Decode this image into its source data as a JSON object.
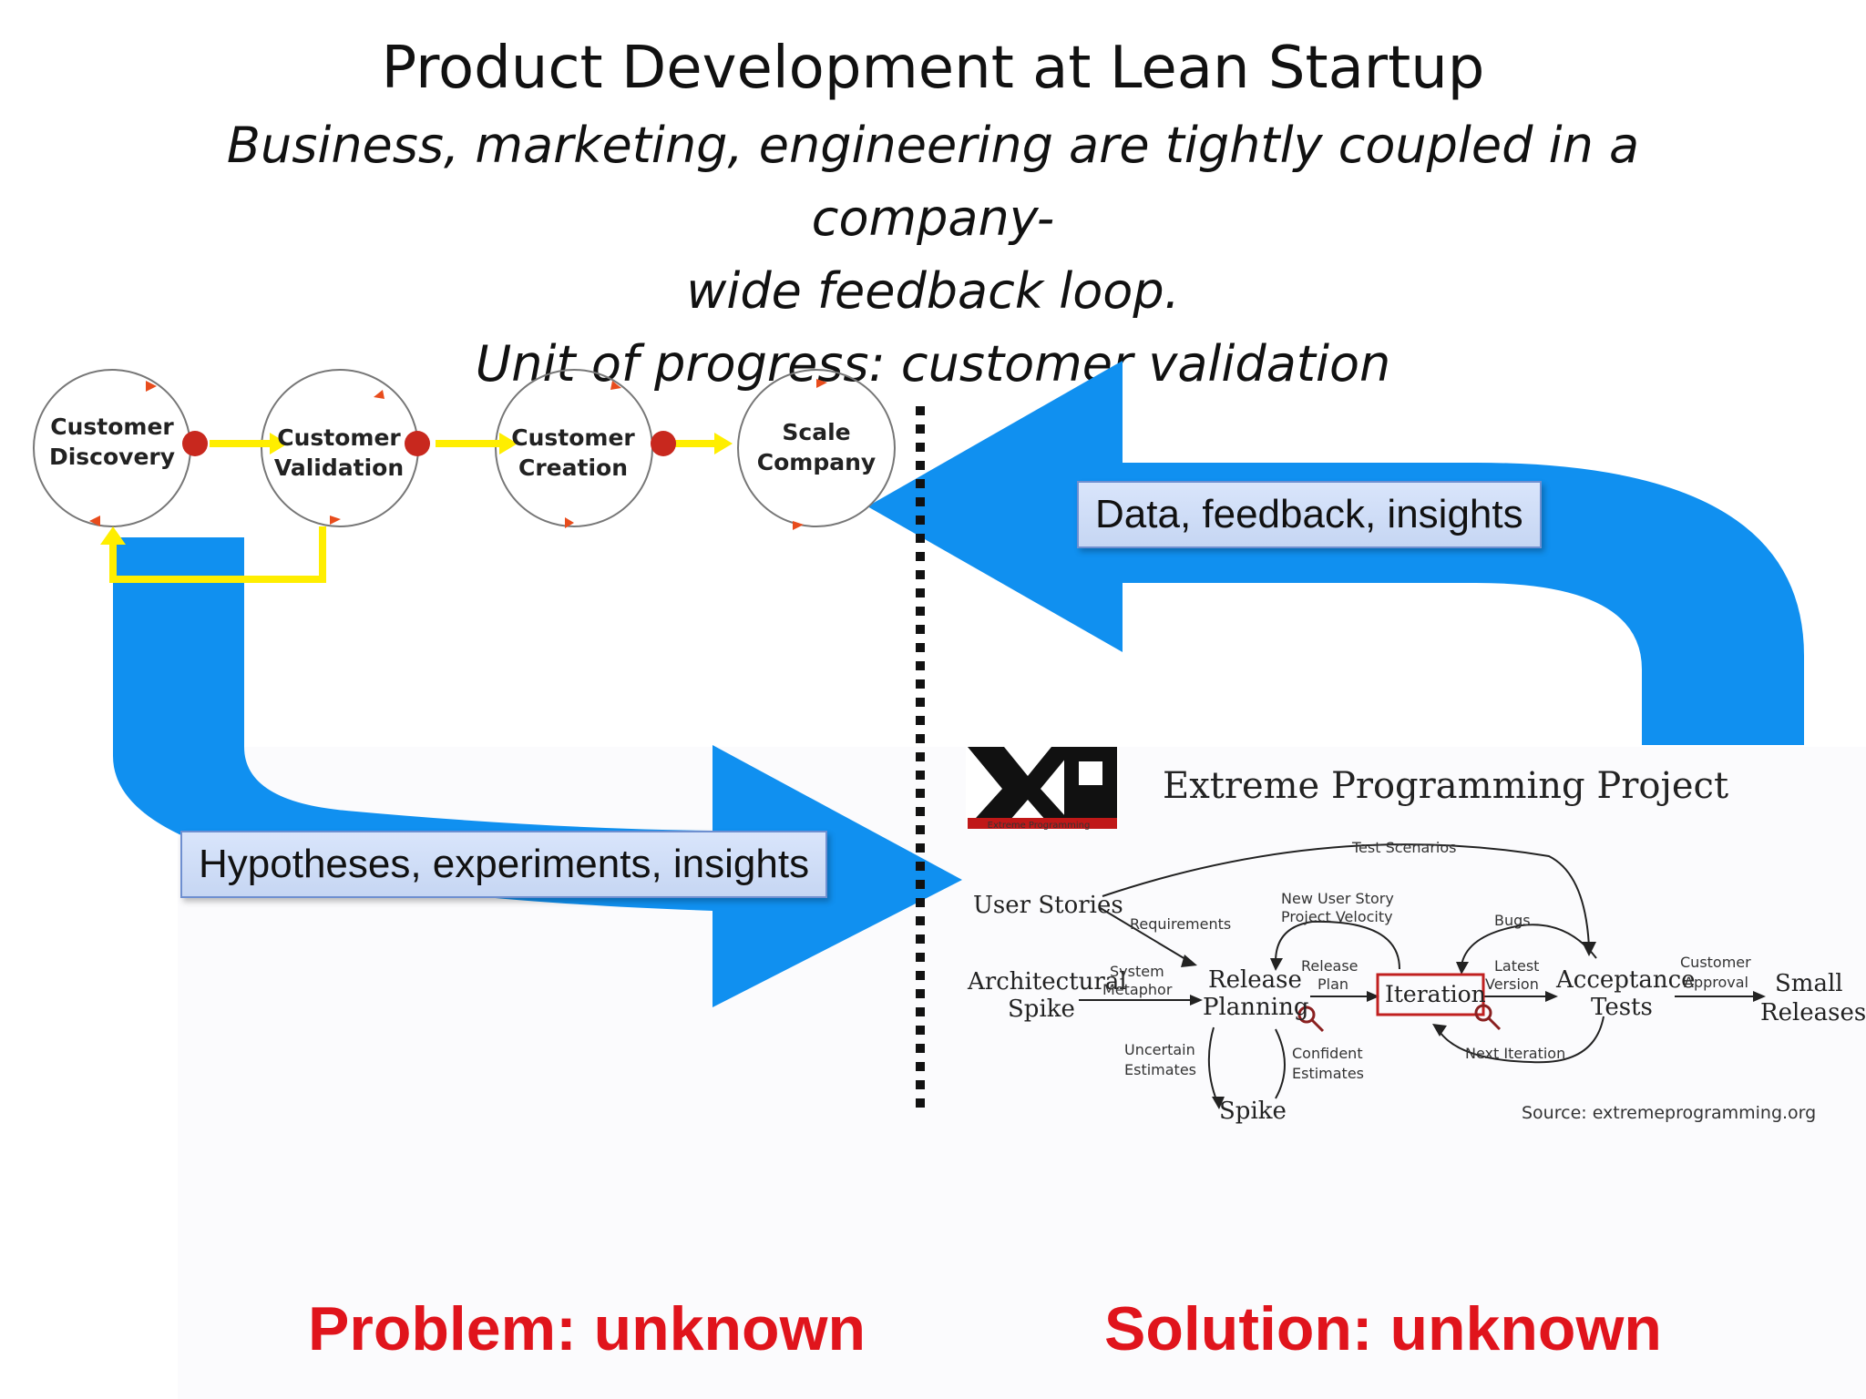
{
  "title": "Product Development at Lean Startup",
  "subtitle_line1": "Business, marketing, engineering are tightly coupled in a company-",
  "subtitle_line2": "wide feedback loop.",
  "subtitle_line3": "Unit of progress: customer validation",
  "stages": [
    {
      "line1": "Customer",
      "line2": "Discovery"
    },
    {
      "line1": "Customer",
      "line2": "Validation"
    },
    {
      "line1": "Customer",
      "line2": "Creation"
    },
    {
      "line1": "Scale",
      "line2": "Company"
    }
  ],
  "callouts": {
    "data": "Data, feedback, insights",
    "hypotheses": "Hypotheses, experiments, insights"
  },
  "xp": {
    "logo_caption": "Extreme Programming",
    "title": "Extreme Programming Project",
    "user_stories": "User Stories",
    "test_scenarios": "Test Scenarios",
    "requirements": "Requirements",
    "new_user_story": "New User Story",
    "project_velocity": "Project Velocity",
    "bugs": "Bugs",
    "architectural": "Architectural",
    "spike": "Spike",
    "system": "System",
    "metaphor": "Metaphor",
    "release": "Release",
    "planning": "Planning",
    "release_plan_1": "Release",
    "release_plan_2": "Plan",
    "iteration": "Iteration",
    "latest": "Latest",
    "version": "Version",
    "acceptance": "Acceptance",
    "tests": "Tests",
    "customer": "Customer",
    "approval": "Approval",
    "small": "Small",
    "releases": "Releases",
    "uncertain": "Uncertain",
    "estimates": "Estimates",
    "confident": "Confident",
    "estimates2": "Estimates",
    "next_iteration": "Next Iteration",
    "spike_bottom": "Spike",
    "source": "Source: extremeprogramming.org"
  },
  "bottom": {
    "problem": "Problem: unknown",
    "solution": "Solution: unknown"
  },
  "colors": {
    "arrow_blue": "#1090f0",
    "yellow": "#ffee00",
    "red_text": "#e0141c"
  }
}
